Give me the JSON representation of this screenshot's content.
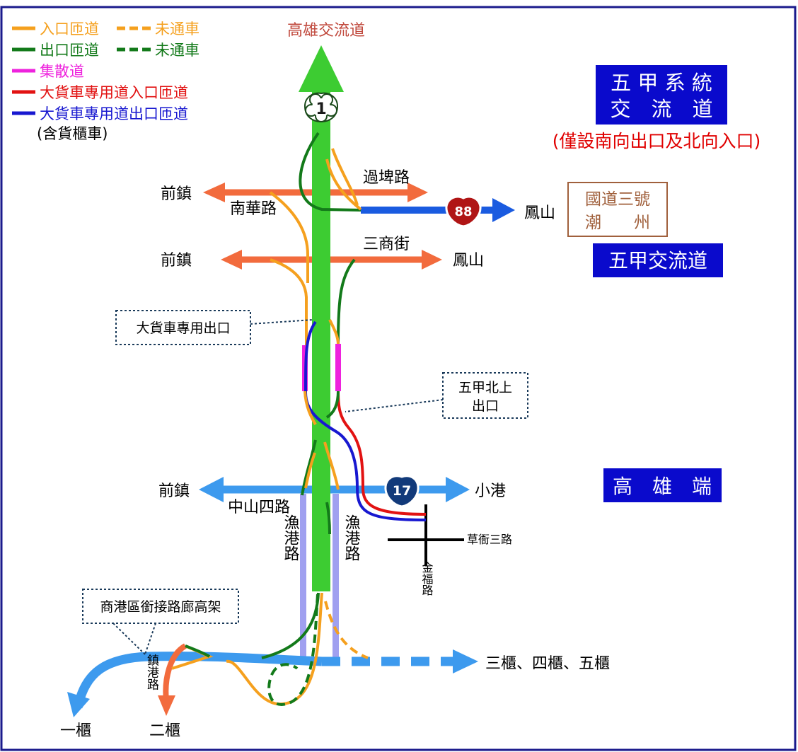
{
  "legend": {
    "entrance": "入口匝道",
    "exit": "出口匝道",
    "not_open_a": "未通車",
    "not_open_b": "未通車",
    "collector": "集散道",
    "truck_entrance": "大貨車專用道入口匝道",
    "truck_exit": "大貨車專用道出口匝道",
    "truck_note": "(含貨櫃車)"
  },
  "titles": {
    "system_line1": "五 甲 系 統",
    "system_line2": "交　流　道",
    "system_note": "(僅設南向出口及北向入口)",
    "wujia": "五甲交流道",
    "kaohsiung_end": "高　雄　端",
    "freeway3_line1": "國道三號",
    "freeway3_line2": "潮　　州"
  },
  "labels": {
    "kaohsiung_ic": "高雄交流道",
    "qianzhen_1": "前鎮",
    "qianzhen_2": "前鎮",
    "qianzhen_3": "前鎮",
    "nanhua": "南華路",
    "guopi": "過埤路",
    "fengshan_1": "鳳山",
    "sanshang": "三商街",
    "fengshan_2": "鳳山",
    "truck_exit_callout": "大貨車專用出口",
    "wujia_north_exit_1": "五甲北上",
    "wujia_north_exit_2": "出口",
    "zhongshan4": "中山四路",
    "xiaogang": "小港",
    "caoya3": "草衙三路",
    "jinfu": "金福路",
    "yugang_left": "漁港路",
    "yugang_right": "漁港路",
    "harbor_viaduct": "商港區銜接路廊高架",
    "zhengang": "鎮港路",
    "pier1": "一櫃",
    "pier2": "二櫃",
    "pier345": "三櫃、四櫃、五櫃"
  },
  "shields": {
    "national1": "1",
    "prov88": "88",
    "prov17": "17"
  },
  "colors": {
    "entrance": "#f5a01e",
    "exit": "#137a1a",
    "collector": "#ee22dd",
    "truck_entrance": "#e21212",
    "truck_exit": "#1818d0",
    "mainline": "#3dcc32",
    "road_orange": "#f26b3d",
    "road_blue": "#3d9aee",
    "title_bg": "#0a0acc",
    "note_red": "#e00000",
    "frame": "#1a1a8c"
  }
}
